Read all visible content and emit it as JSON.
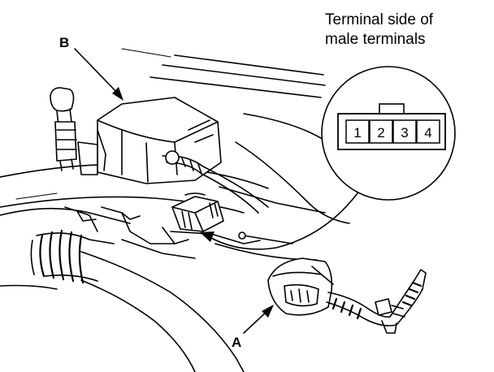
{
  "diagram": {
    "callout_a": "A",
    "callout_b": "B",
    "caption": {
      "line1": "Terminal side of",
      "line2": "male terminals"
    },
    "terminals": [
      "1",
      "2",
      "3",
      "4"
    ]
  }
}
